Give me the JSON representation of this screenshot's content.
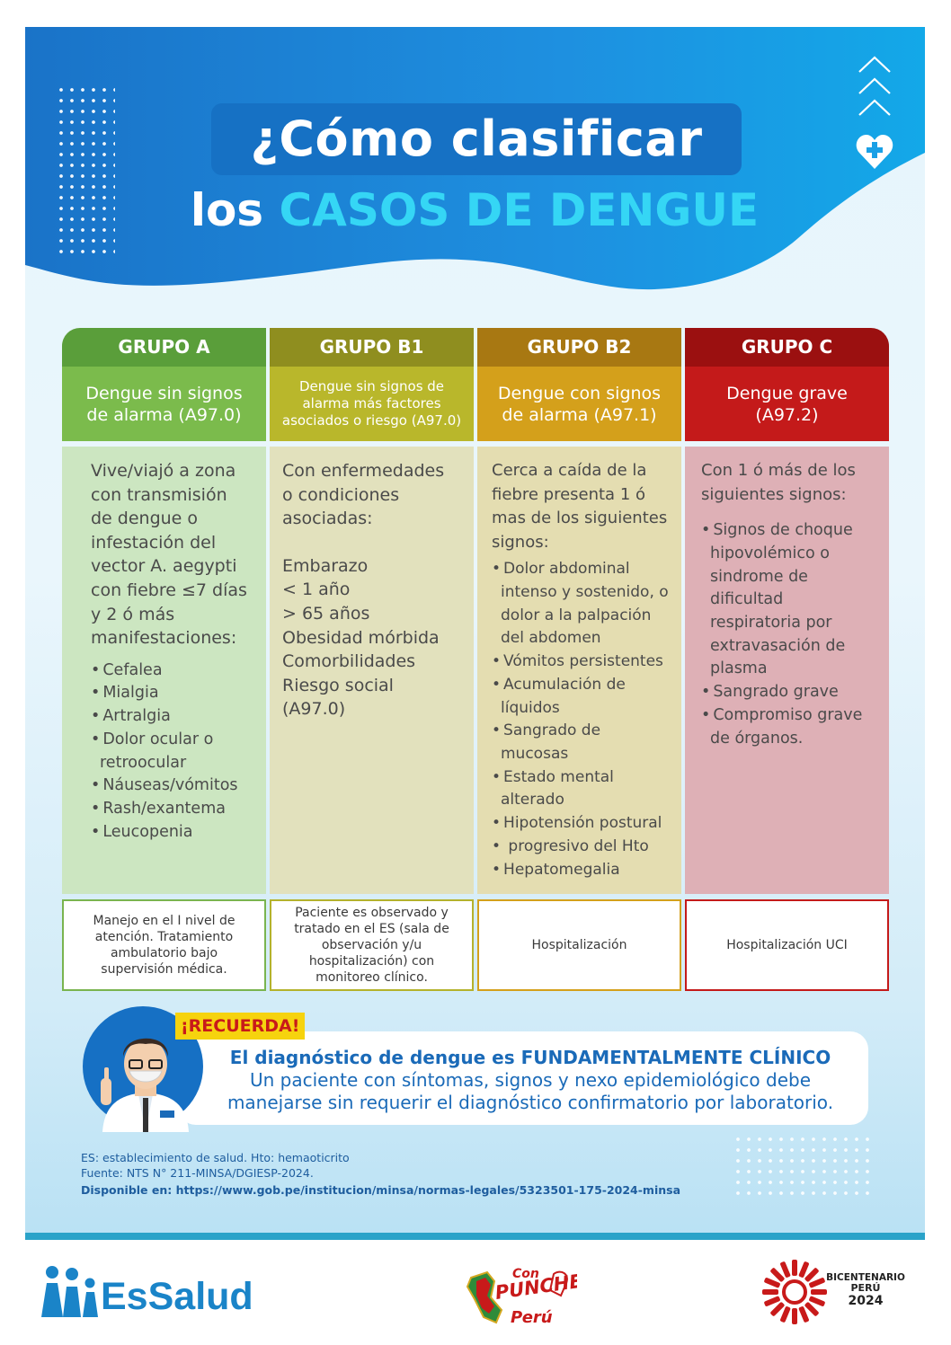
{
  "title": {
    "line1": "¿Cómo clasificar",
    "line2_prefix": "los ",
    "line2_highlight": "CASOS DE DENGUE"
  },
  "groups": [
    {
      "header": "GRUPO A",
      "subtitle_line1": "Dengue sin signos",
      "subtitle_line2": "de alarma  (A97.0)",
      "intro_lines": [
        "Vive/viajó a zona",
        "con transmisión",
        "de dengue o",
        "infestación del",
        "vector A. aegypti",
        "con fiebre ≤7 días",
        "y 2 ó más",
        "manifestaciones:"
      ],
      "bullets": [
        "Cefalea",
        "Mialgia",
        "Artralgia",
        "Dolor ocular o retroocular",
        "Náuseas/vómitos",
        "Rash/exantema",
        "Leucopenia"
      ],
      "footer": "Manejo en el I nivel de atención. Tratamiento ambulatorio bajo supervisión médica.",
      "color": "#5a9e3a"
    },
    {
      "header": "GRUPO B1",
      "subtitle_line1": "Dengue sin signos de",
      "subtitle_line2": "alarma más factores",
      "subtitle_line3": "asociados o riesgo (A97.0)",
      "intro_lines": [
        "Con enfermedades",
        "o condiciones",
        "asociadas:"
      ],
      "items": [
        "Embarazo",
        "< 1 año",
        "> 65 años",
        "Obesidad mórbida",
        "Comorbilidades",
        "Riesgo social",
        "(A97.0)"
      ],
      "footer": "Paciente es observado y tratado en el ES (sala de observación y/u hospitalización) con monitoreo clínico.",
      "color": "#8f8e1f"
    },
    {
      "header": "GRUPO B2",
      "subtitle_line1": "Dengue con signos",
      "subtitle_line2": "de alarma  (A97.1)",
      "intro_lines": [
        "Cerca a caída de la",
        "fiebre presenta 1 ó",
        "mas de los siguientes",
        "signos:"
      ],
      "bullets": [
        "Dolor abdominal intenso y sostenido, o dolor a la palpación del abdomen",
        "Vómitos persistentes",
        "Acumulación de líquidos",
        "Sangrado de mucosas",
        "Estado mental alterado",
        "Hipotensión postural",
        " progresivo del Hto",
        "Hepatomegalia"
      ],
      "footer": "Hospitalización",
      "color": "#a87812"
    },
    {
      "header": "GRUPO C",
      "subtitle_line1": "Dengue grave",
      "subtitle_line2": "(A97.2)",
      "intro_lines": [
        "Con 1 ó más de los",
        "siguientes signos:"
      ],
      "bullets": [
        "Signos de choque hipovolémico o sindrome de dificultad respiratoria por extravasación de plasma",
        "Sangrado grave",
        "Compromiso grave de órganos."
      ],
      "footer": "Hospitalización UCI",
      "color": "#9b1010"
    }
  ],
  "reminder": {
    "tag": "¡RECUERDA!",
    "title": "El diagnóstico de dengue es FUNDAMENTALMENTE CLÍNICO",
    "text_line1": "Un paciente con síntomas, signos y nexo epidemiológico debe",
    "text_line2": "manejarse sin requerir el diagnóstico confirmatorio por laboratorio."
  },
  "footnotes": {
    "abbr": "ES: establecimiento de salud. Hto: hemaoticrito",
    "source": "Fuente: NTS N° 211-MINSA/DGIESP-2024.",
    "available": "Disponible en: https://www.gob.pe/institucion/minsa/normas-legales/5323501-175-2024-minsa"
  },
  "logos": {
    "essalud": "EsSalud",
    "punche_con": "Con",
    "punche_word": "PUNCHE",
    "punche_peru": "Perú",
    "bicentenario_line1": "BICENTENARIO",
    "bicentenario_line2": "PERÚ",
    "bicentenario_line3": "2024"
  },
  "colors": {
    "brand_blue": "#1671c4",
    "highlight_cyan": "#35d6f5",
    "group_a": "#5a9e3a",
    "group_b1": "#8f8e1f",
    "group_b2": "#a87812",
    "group_c": "#9b1010",
    "reminder_yellow": "#f6d30e"
  }
}
